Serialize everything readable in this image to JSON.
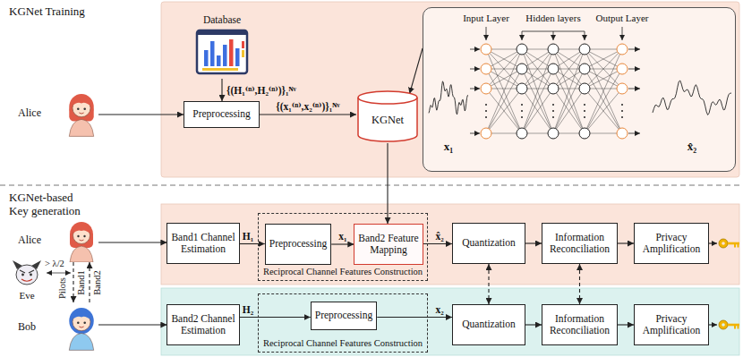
{
  "diagram": {
    "nodes": [
      {
        "text": [
          "Alice"
        ]
      },
      {
        "text": [
          "Database"
        ]
      },
      {
        "text": [
          "Preprocessing"
        ]
      },
      {
        "text": [
          "KGNet"
        ]
      },
      {
        "text": [
          "Input Layer",
          "Hidden layers",
          "Output Layer",
          "x₁",
          "x̂₂"
        ]
      },
      {
        "text": [
          "Alice"
        ]
      },
      {
        "text": [
          "Eve"
        ]
      },
      {
        "text": [
          "Bob"
        ]
      },
      {
        "text": [
          "Band1 Channel Estimation"
        ]
      },
      {
        "text": [
          "Reciprocal Channel Features Construction"
        ]
      },
      {
        "text": [
          "Preprocessing"
        ],
        "in": 9
      },
      {
        "text": [
          "Band2 Feature Mapping"
        ],
        "in": 9
      },
      {
        "text": [
          "Quantization"
        ]
      },
      {
        "text": [
          "Information Reconciliation"
        ]
      },
      {
        "text": [
          "Privacy Amplification"
        ]
      },
      {
        "text": [
          "Band2 Channel Estimation"
        ]
      },
      {
        "text": [
          "Reciprocal Channel Features Construction"
        ]
      },
      {
        "text": [
          "Preprocessing"
        ],
        "in": 16
      },
      {
        "text": [
          "Quantization"
        ]
      },
      {
        "text": [
          "Information Reconciliation"
        ]
      },
      {
        "text": [
          "Privacy Amplification"
        ]
      }
    ],
    "edges": [
      {
        "from": 0,
        "to": 2,
        "arrow": "to"
      },
      {
        "from": 1,
        "to": 2,
        "arrow": "to",
        "label": "{(H₁⁽ⁿ⁾,H₂⁽ⁿ⁾)}₁ᴺᵛ"
      },
      {
        "from": 2,
        "to": 3,
        "arrow": "to",
        "label": "{(x₁⁽ⁿ⁾,x₂⁽ⁿ⁾)}₁ᴺᵛ"
      },
      {
        "from": 4,
        "to": 3,
        "arrow": "to"
      },
      {
        "from": 3,
        "to": 11,
        "arrow": "to"
      },
      {
        "from": 5,
        "to": 8,
        "arrow": "to"
      },
      {
        "from": 8,
        "to": 10,
        "arrow": "to",
        "label": "H₁"
      },
      {
        "from": 10,
        "to": 11,
        "arrow": "to",
        "label": "x₁"
      },
      {
        "from": 11,
        "to": 12,
        "arrow": "to",
        "label": "x̂₂"
      },
      {
        "from": 12,
        "to": 13,
        "arrow": "to"
      },
      {
        "from": 13,
        "to": 14,
        "arrow": "to"
      },
      {
        "from": 5,
        "to": 7,
        "arrow": "to",
        "label": "Band1"
      },
      {
        "from": 7,
        "to": 5,
        "arrow": "to",
        "label": "Band2"
      },
      {
        "from": 7,
        "to": 15,
        "arrow": "to"
      },
      {
        "from": 15,
        "to": 17,
        "arrow": "to",
        "label": "H₂"
      },
      {
        "from": 17,
        "to": 18,
        "arrow": "to",
        "label": "x₂"
      },
      {
        "from": 18,
        "to": 19,
        "arrow": "to"
      },
      {
        "from": 19,
        "to": 20,
        "arrow": "to"
      },
      {
        "from": 12,
        "to": 18,
        "arrow": "both"
      },
      {
        "from": 13,
        "to": 19,
        "arrow": "both"
      }
    ],
    "labels": [
      "KGNet Training",
      "KGNet-based Key generation",
      "Pilots",
      "> λ/2"
    ]
  }
}
